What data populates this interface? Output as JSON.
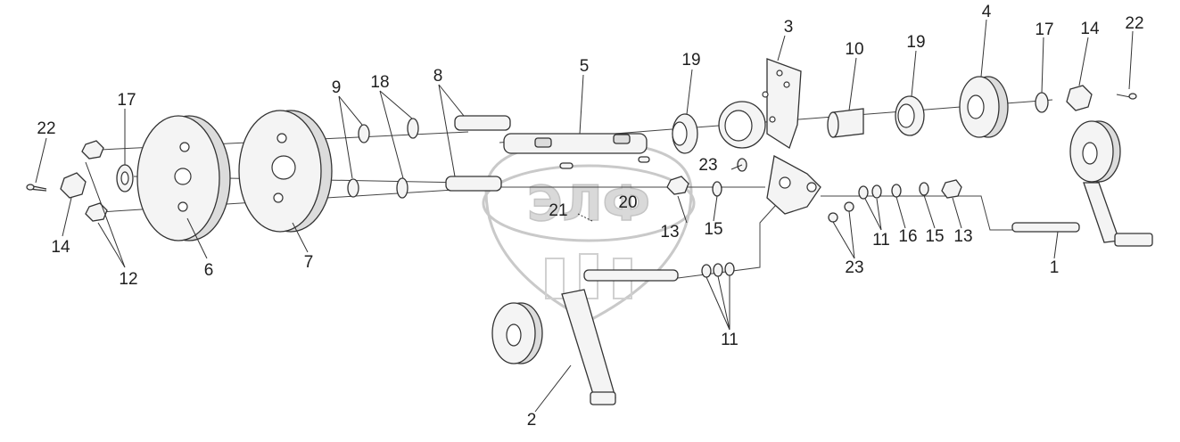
{
  "diagram": {
    "labels": [
      {
        "id": "lbl-22-left",
        "text": "22"
      },
      {
        "id": "lbl-17-left",
        "text": "17"
      },
      {
        "id": "lbl-14-left",
        "text": "14"
      },
      {
        "id": "lbl-12",
        "text": "12"
      },
      {
        "id": "lbl-6",
        "text": "6"
      },
      {
        "id": "lbl-7",
        "text": "7"
      },
      {
        "id": "lbl-9",
        "text": "9"
      },
      {
        "id": "lbl-18",
        "text": "18"
      },
      {
        "id": "lbl-8",
        "text": "8"
      },
      {
        "id": "lbl-5",
        "text": "5"
      },
      {
        "id": "lbl-21",
        "text": "21"
      },
      {
        "id": "lbl-20",
        "text": "20"
      },
      {
        "id": "lbl-13-mid",
        "text": "13"
      },
      {
        "id": "lbl-19-left",
        "text": "19"
      },
      {
        "id": "lbl-23-top",
        "text": "23"
      },
      {
        "id": "lbl-15-mid",
        "text": "15"
      },
      {
        "id": "lbl-3",
        "text": "3"
      },
      {
        "id": "lbl-10",
        "text": "10"
      },
      {
        "id": "lbl-19-right",
        "text": "19"
      },
      {
        "id": "lbl-4",
        "text": "4"
      },
      {
        "id": "lbl-17-right",
        "text": "17"
      },
      {
        "id": "lbl-14-right",
        "text": "14"
      },
      {
        "id": "lbl-22-right",
        "text": "22"
      },
      {
        "id": "lbl-11-mid",
        "text": "11"
      },
      {
        "id": "lbl-16",
        "text": "16"
      },
      {
        "id": "lbl-15-right",
        "text": "15"
      },
      {
        "id": "lbl-13-right",
        "text": "13"
      },
      {
        "id": "lbl-23-bottom",
        "text": "23"
      },
      {
        "id": "lbl-1",
        "text": "1"
      },
      {
        "id": "lbl-11-bottom",
        "text": "11"
      },
      {
        "id": "lbl-2",
        "text": "2"
      }
    ]
  },
  "watermark": {
    "text": "ЭЛФ"
  }
}
